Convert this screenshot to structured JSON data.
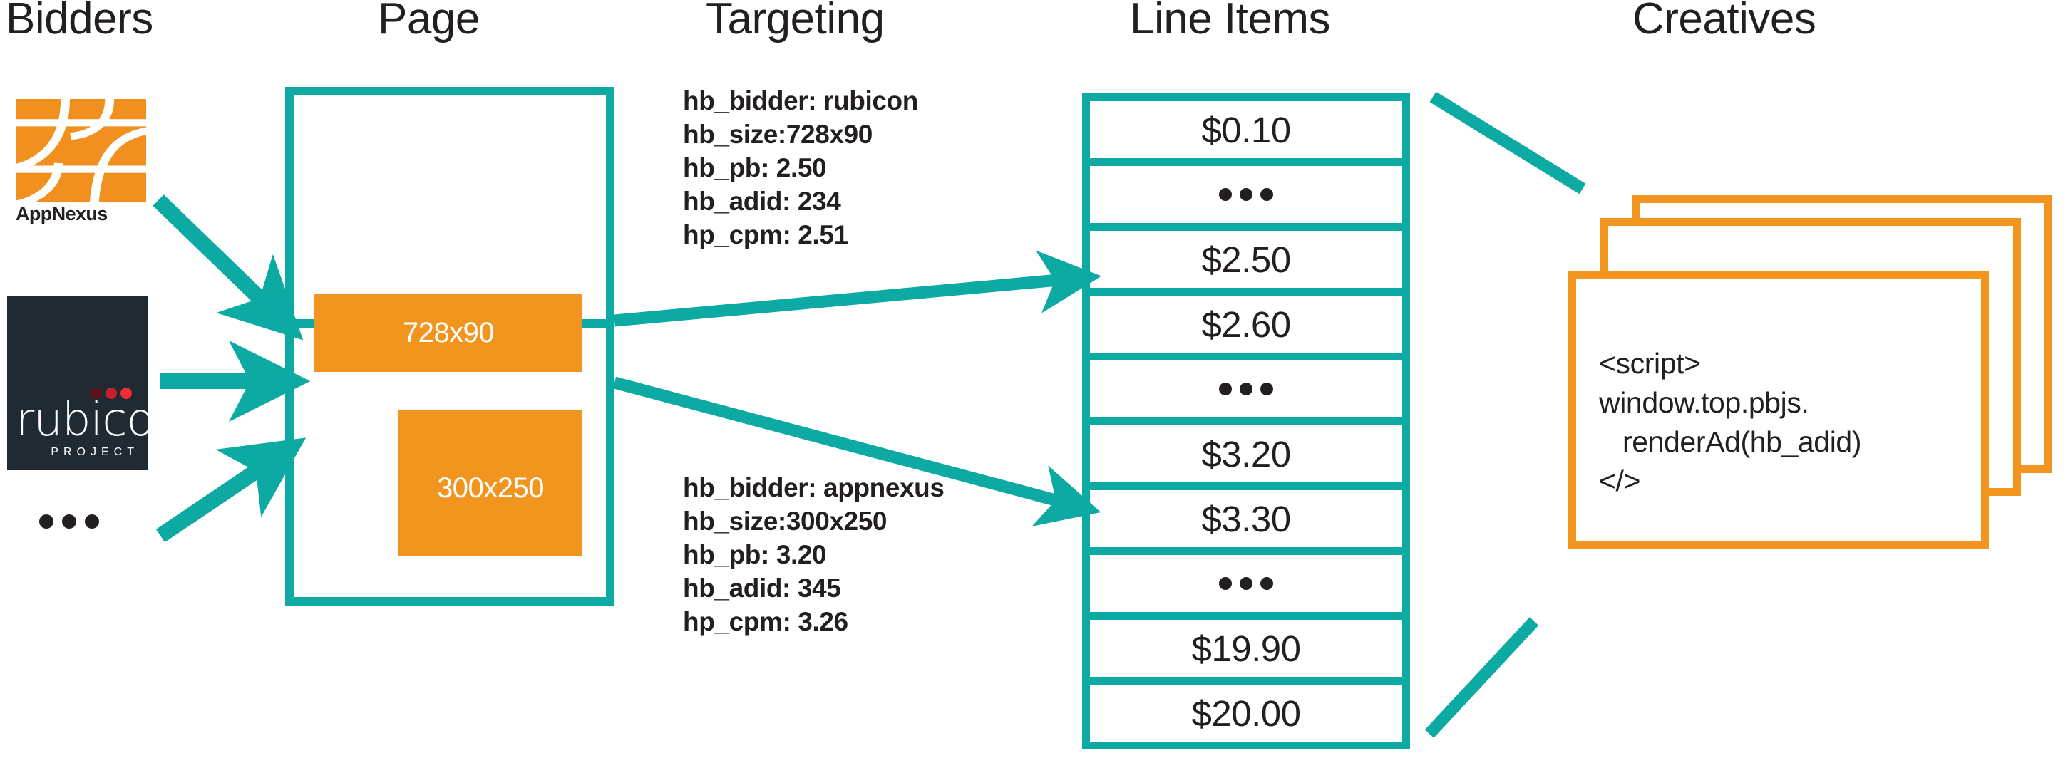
{
  "columns": {
    "bidders": "Bidders",
    "page": "Page",
    "targeting": "Targeting",
    "line_items": "Line Items",
    "creatives": "Creatives"
  },
  "bidders": {
    "items": [
      {
        "name": "AppNexus",
        "label": "AppNexus",
        "logo": "appnexus-logo",
        "color": "#f2901f"
      },
      {
        "name": "rubicon project",
        "wordmark": "rubicon",
        "registered": "®",
        "sub": "PROJECT",
        "logo": "rubicon-logo",
        "color": "#1f2a32"
      }
    ],
    "more": "..."
  },
  "page": {
    "slots": [
      {
        "label": "728x90",
        "size": "728x90"
      },
      {
        "label": "300x250",
        "size": "300x250"
      }
    ]
  },
  "targeting": {
    "blocks": [
      {
        "lines": [
          "hb_bidder: rubicon",
          "hb_size:728x90",
          "hb_pb: 2.50",
          "hb_adid: 234",
          "hp_cpm: 2.51"
        ],
        "text": "hb_bidder: rubicon\nhb_size:728x90\nhb_pb: 2.50\nhb_adid: 234\nhp_cpm: 2.51"
      },
      {
        "lines": [
          "hb_bidder: appnexus",
          "hb_size:300x250",
          "hb_pb: 3.20",
          "hb_adid: 345",
          "hp_cpm: 3.26"
        ],
        "text": "hb_bidder: appnexus\nhb_size:300x250\nhb_pb: 3.20\nhb_adid: 345\nhp_cpm: 3.26"
      }
    ]
  },
  "line_items": {
    "rows": [
      {
        "type": "price",
        "label": "$0.10"
      },
      {
        "type": "ellipsis",
        "label": "..."
      },
      {
        "type": "price",
        "label": "$2.50"
      },
      {
        "type": "price",
        "label": "$2.60"
      },
      {
        "type": "ellipsis",
        "label": "..."
      },
      {
        "type": "price",
        "label": "$3.20"
      },
      {
        "type": "price",
        "label": "$3.30"
      },
      {
        "type": "ellipsis",
        "label": "..."
      },
      {
        "type": "price",
        "label": "$19.90"
      },
      {
        "type": "price",
        "label": "$20.00"
      }
    ]
  },
  "creatives": {
    "count": 3,
    "code": "<script>\nwindow.top.pbjs.\n   renderAd(hb_adid)\n</>"
  },
  "colors": {
    "teal": "#0da9a3",
    "orange": "#f2951f",
    "appnexus_orange": "#f2901f",
    "rubicon_dark": "#1f2a32",
    "ink": "#231f20",
    "white": "#ffffff"
  }
}
